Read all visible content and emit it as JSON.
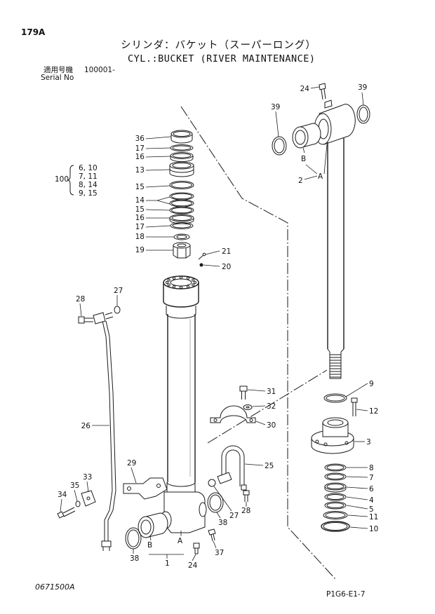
{
  "header": {
    "page_code": "179A",
    "title_jp": "シリンダ：バケット（スーパーロング）",
    "title_en": "CYL.:BUCKET (RIVER MAINTENANCE)",
    "serial_label_jp": "適用号機",
    "serial_value": "100001-",
    "serial_label_en": "Serial No"
  },
  "kit": {
    "qty_label": "100",
    "items": [
      "6, 10",
      "7, 11",
      "8, 14",
      "9, 15"
    ]
  },
  "callouts": {
    "stack": [
      "36",
      "17",
      "16",
      "13",
      "15",
      "14",
      "15",
      "16",
      "17",
      "18",
      "19",
      "21",
      "20"
    ],
    "rod_top": [
      "24",
      "39",
      "39",
      "B",
      "2",
      "A"
    ],
    "tube_left": [
      "28",
      "27",
      "26"
    ],
    "clamp": [
      "31",
      "32",
      "30"
    ],
    "base": [
      "29",
      "25",
      "33",
      "35",
      "34",
      "28",
      "27",
      "38",
      "A",
      "B",
      "38",
      "1",
      "24",
      "37"
    ],
    "piston": [
      "9",
      "12",
      "3",
      "8",
      "7",
      "6",
      "4",
      "5",
      "11",
      "10"
    ]
  },
  "footer": {
    "drawing_no": "0671500A",
    "page_ref": "P1G6-E1-7"
  }
}
